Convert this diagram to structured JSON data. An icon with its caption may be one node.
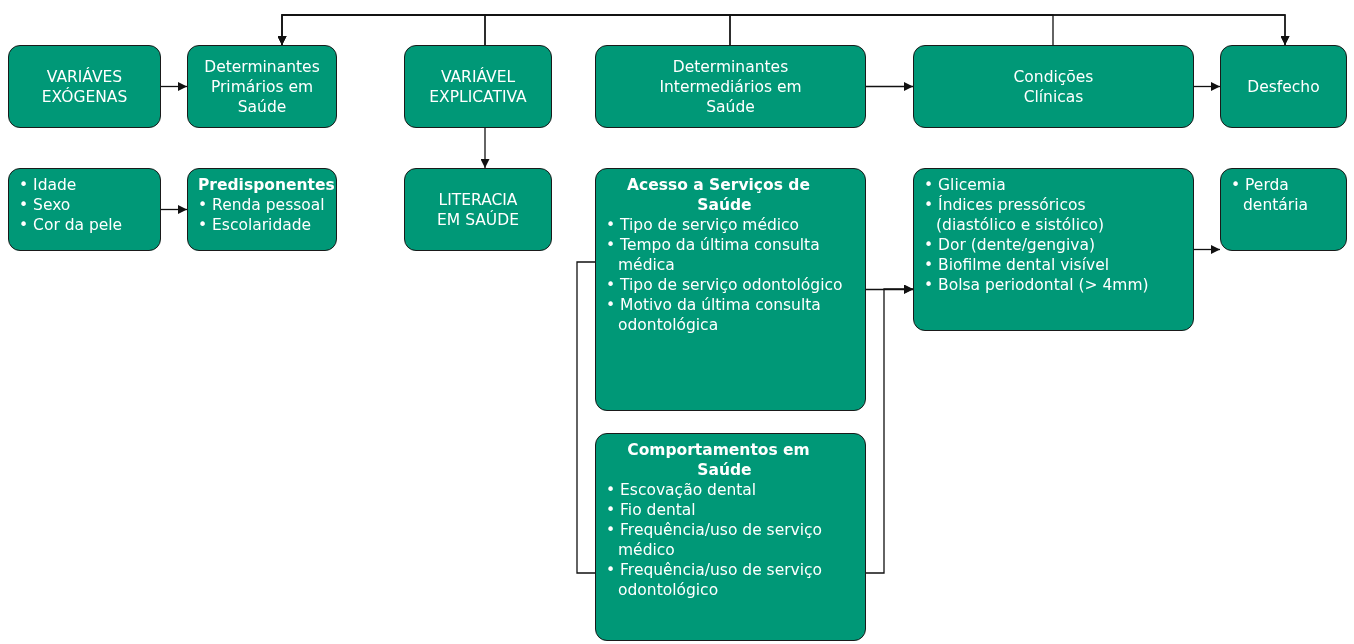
{
  "diagram": {
    "nodes": [
      {
        "text": [
          "VARIÁVES EXÓGENAS"
        ]
      },
      {
        "text": [
          "Determinantes Primários em Saúde"
        ]
      },
      {
        "text": [
          "VARIÁVEL EXPLICATIVA"
        ]
      },
      {
        "text": [
          "Determinantes Intermediários em Saúde"
        ]
      },
      {
        "text": [
          "Condições Clínicas"
        ]
      },
      {
        "text": [
          "Desfecho"
        ]
      },
      {
        "text": [
          "• Idade",
          "• Sexo",
          "• Cor da pele"
        ]
      },
      {
        "text": [
          "Predisponentes",
          "• Renda pessoal",
          "• Escolaridade"
        ]
      },
      {
        "text": [
          "LITERACIA EM SAÚDE"
        ]
      },
      {
        "text": [
          "Acesso a Serviços de Saúde",
          "• Tipo de serviço médico",
          "• Tempo da última consulta médica",
          "• Tipo de serviço odontológico",
          "• Motivo da última consulta odontológica"
        ]
      },
      {
        "text": [
          "Comportamentos em Saúde",
          "• Escovação dental",
          "• Fio dental",
          "• Frequência/uso de serviço médico",
          "• Frequência/uso de serviço odontológico"
        ]
      },
      {
        "text": [
          "• Glicemia",
          "• Índices pressóricos (diastólico e sistólico)",
          "• Dor (dente/gengiva)",
          "• Biofilme dental visível",
          "• Bolsa periodontal (> 4mm)"
        ]
      },
      {
        "text": [
          "• Perda dentária"
        ]
      }
    ],
    "edges": [
      {
        "from": 0,
        "to": 1,
        "arrow": "to"
      },
      {
        "from": 2,
        "to": 1,
        "arrow": "to"
      },
      {
        "from": 2,
        "to": 5,
        "arrow": "to"
      },
      {
        "from": 3,
        "to": 1,
        "arrow": "to"
      },
      {
        "from": 3,
        "to": 5,
        "arrow": "to"
      },
      {
        "from": 4,
        "to": 1,
        "arrow": "to"
      },
      {
        "from": 3,
        "to": 4,
        "arrow": "to"
      },
      {
        "from": 4,
        "to": 5,
        "arrow": "to"
      },
      {
        "from": 6,
        "to": 7,
        "arrow": "to"
      },
      {
        "from": 2,
        "to": 8,
        "arrow": "to"
      },
      {
        "from": 9,
        "to": 10,
        "arrow": "none"
      },
      {
        "from": 9,
        "to": 11,
        "arrow": "to"
      },
      {
        "from": 10,
        "to": 11,
        "arrow": "to"
      },
      {
        "from": 11,
        "to": 12,
        "arrow": "to"
      }
    ]
  }
}
